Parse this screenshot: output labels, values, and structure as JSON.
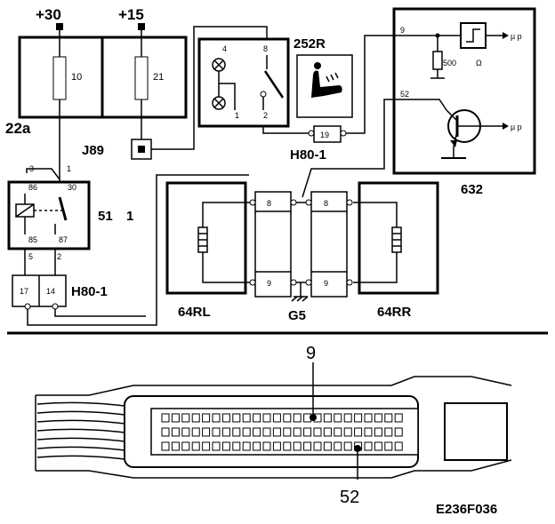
{
  "supply": {
    "plus30": "+30",
    "plus15": "+15"
  },
  "fuse_box": {
    "label": "22a",
    "fuse_a": "10",
    "fuse_b": "21"
  },
  "connector_j89": "J89",
  "relay_51": {
    "label": "51",
    "sub": "1",
    "pins": [
      "3",
      "1",
      "86",
      "30",
      "85",
      "87"
    ]
  },
  "connector_h80_left": {
    "label": "H80-1",
    "pins": [
      "5",
      "2",
      "17",
      "14"
    ]
  },
  "switch_252r": {
    "label": "252R",
    "pins": [
      "4",
      "8",
      "1",
      "2"
    ]
  },
  "connector_h80_top": {
    "label": "H80-1",
    "pin": "19"
  },
  "ecu_632": {
    "label": "632",
    "pin_9": "9",
    "pin_52": "52",
    "resistor": "500",
    "ohm": "Ω",
    "mu_p_top": "µ p",
    "mu_p_bottom": "µ p"
  },
  "heaters": {
    "left": "64RL",
    "right": "64RR",
    "ground": "G5",
    "pins": [
      "8",
      "9",
      "8",
      "9"
    ]
  },
  "connector_view": {
    "pin_9": "9",
    "pin_52": "52"
  },
  "figure_code": "E236F036"
}
